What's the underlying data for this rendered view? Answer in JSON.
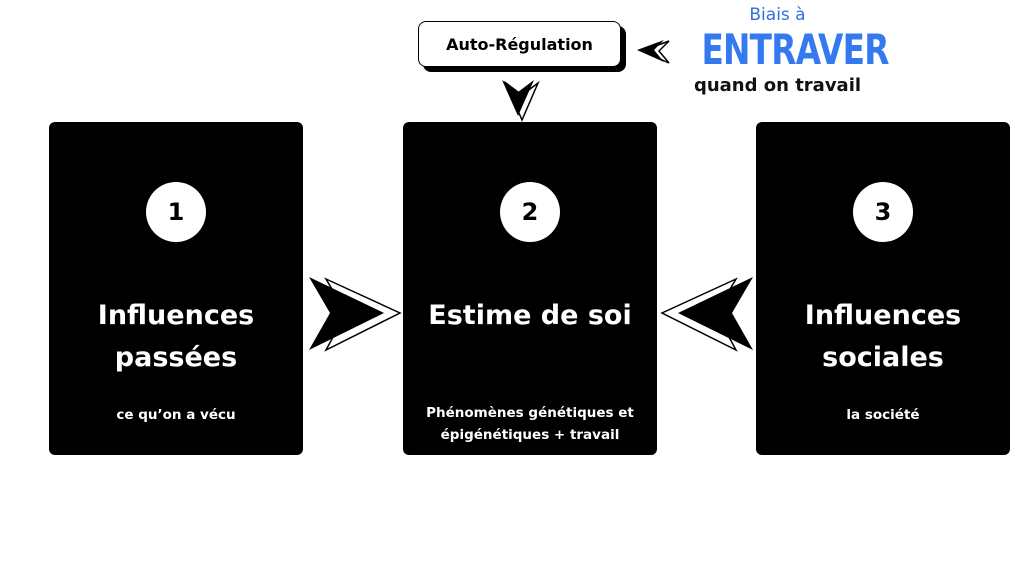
{
  "header": {
    "auto_regulation_label": "Auto-Régulation",
    "brand": {
      "top": "Biais à",
      "main": "ENTRAVER",
      "bottom": "quand on travail",
      "color": "#3579f0"
    }
  },
  "cards": [
    {
      "number": "1",
      "title": "Influences\npassées",
      "caption": "ce qu’on a vécu"
    },
    {
      "number": "2",
      "title": "Estime de soi",
      "caption": "Phénomènes génétiques et\népigénétiques + travail"
    },
    {
      "number": "3",
      "title": "Influences\nsociales",
      "caption": "la société"
    }
  ],
  "colors": {
    "card_background": "#000000",
    "text_on_card": "#ffffff"
  }
}
